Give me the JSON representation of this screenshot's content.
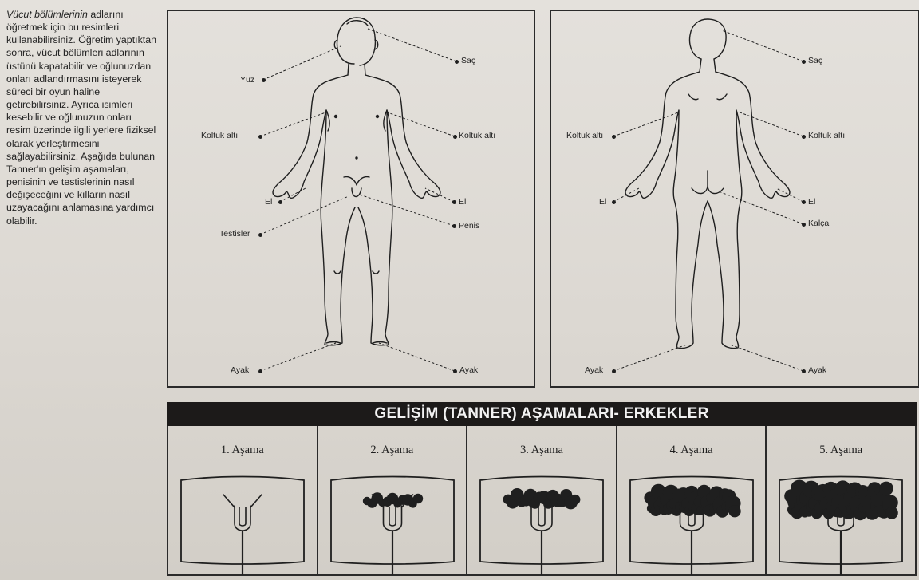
{
  "intro": {
    "text_italic": "Vücut bölümlerinin",
    "text_rest": " adlarını öğretmek için bu resimleri kullanabilirsiniz. Öğretim yaptıktan sonra, vücut bölümleri adlarının üstünü kapatabilir ve oğlunuzdan onları adlandırmasını isteyerek süreci bir oyun haline getirebilirsiniz. Ayrıca isimleri kesebilir ve oğlunuzun onları resim üzerinde ilgili yerlere fiziksel olarak yerleştirmesini sağlayabilirsiniz. Aşağıda bulunan Tanner'ın gelişim aşamaları, penisinin ve testislerinin nasıl değişeceğini ve kılların nasıl uzayacağını anlamasına yardımcı olabilir."
  },
  "front": {
    "labels": {
      "yuz": "Yüz",
      "sac": "Saç",
      "koltuk_left": "Koltuk altı",
      "koltuk_right": "Koltuk altı",
      "el_left": "El",
      "el_right": "El",
      "testisler": "Testisler",
      "penis": "Penis",
      "ayak_left": "Ayak",
      "ayak_right": "Ayak"
    }
  },
  "back": {
    "labels": {
      "sac": "Saç",
      "koltuk_left": "Koltuk altı",
      "koltuk_right": "Koltuk altı",
      "el_left": "El",
      "el_right": "El",
      "kalca": "Kalça",
      "ayak_left": "Ayak",
      "ayak_right": "Ayak"
    }
  },
  "tanner": {
    "title": "GELİŞİM (TANNER) AŞAMALARI- ERKEKLER",
    "stages": [
      {
        "label": "1. Aşama",
        "hair_level": 0
      },
      {
        "label": "2. Aşama",
        "hair_level": 1
      },
      {
        "label": "3. Aşama",
        "hair_level": 2
      },
      {
        "label": "4. Aşama",
        "hair_level": 3
      },
      {
        "label": "5. Aşama",
        "hair_level": 4
      }
    ]
  },
  "colors": {
    "ink": "#1f1f1f",
    "title_bar": "#1c1a19",
    "paper": "#dcd8d2"
  }
}
